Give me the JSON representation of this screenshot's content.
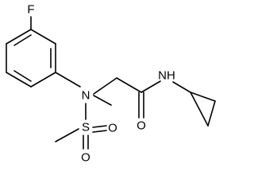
{
  "atoms": {
    "fluorine": "F",
    "amine_nitrogen": "N",
    "amide_nh": "NH",
    "amide_oxygen": "O",
    "sulfur": "S",
    "sulfonyl_oxygen_1": "O",
    "sulfonyl_oxygen_2": "O"
  }
}
